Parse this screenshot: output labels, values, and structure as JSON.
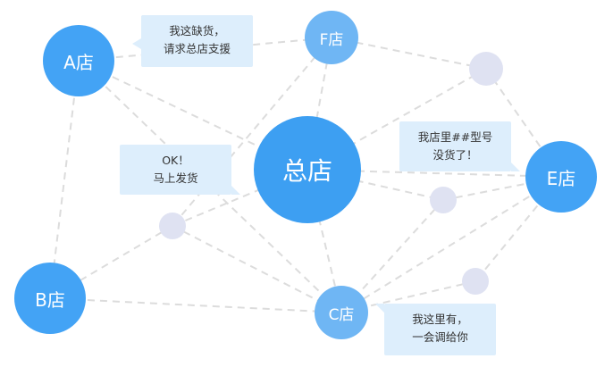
{
  "nodes": {
    "hq": "总店",
    "a": "A店",
    "b": "B店",
    "c": "C店",
    "e": "E店",
    "f": "F店"
  },
  "bubbles": {
    "a_request": [
      "我这缺货，",
      "请求总店支援"
    ],
    "ok_reply": [
      "OK！",
      "马上发货"
    ],
    "e_message": [
      "我店里##型号",
      "没货了！"
    ],
    "c_message": [
      "我这里有，",
      "一会调给你"
    ]
  },
  "colors": {
    "hub": "#3d9ff2",
    "store": "#43a3f5",
    "store_light": "#6fb6f4",
    "satellite": "#dfe2f2",
    "bubble": "#ddeefc",
    "edge": "#dcdcdc"
  }
}
